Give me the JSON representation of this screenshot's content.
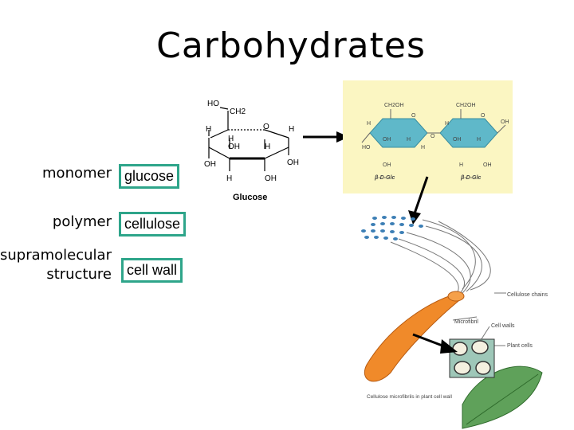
{
  "title": "Carbohydrates",
  "levels": [
    {
      "label": "monomer",
      "tag": "glucose"
    },
    {
      "label": "polymer",
      "tag": "cellulose"
    },
    {
      "label": "supramolecular structure",
      "label_line1": "supramolecular",
      "label_line2": "structure",
      "tag": "cell wall"
    }
  ],
  "glucose_structure": {
    "name": "Glucose",
    "atoms": [
      "HO",
      "CH2",
      "H",
      "O",
      "H",
      "H",
      "OH",
      "H",
      "OH",
      "OH",
      "H",
      "OH"
    ]
  },
  "cellulose_structure": {
    "units": [
      "β-D-Glc",
      "β-D-Glc"
    ],
    "groups": [
      "CH2OH",
      "CH2OH",
      "O",
      "O",
      "O",
      "H",
      "OH",
      "HO",
      "H",
      "OH",
      "H",
      "H",
      "OH",
      "OH",
      "H",
      "H",
      "OH"
    ]
  },
  "plant_diagram": {
    "labels": [
      "Cellulose chains",
      "Microfibril",
      "Cell walls",
      "Plant cells",
      "Cellulose microfibrils in plant cell wall"
    ]
  },
  "colors": {
    "tag_border": "#2ea58a",
    "cellulose_ring": "#5fb8c9",
    "panel_bg": "#fbf6c2",
    "microfibril": "#f08a2a",
    "leaf": "#5fa15a",
    "chains": "#3d7fb5"
  }
}
